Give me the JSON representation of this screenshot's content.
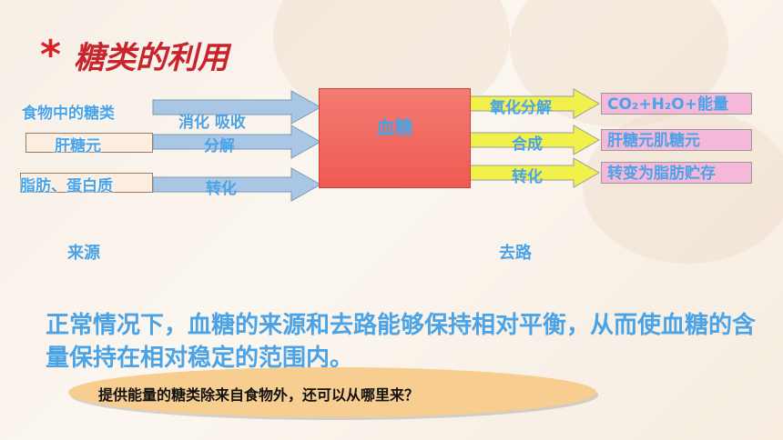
{
  "title": "糖类的利用",
  "center": "血糖",
  "sources": [
    "食物中的糖类",
    "肝糖元",
    "脂肪、蛋白质"
  ],
  "source_processes": [
    "消化  吸收",
    "分解",
    "转化"
  ],
  "outputs": [
    {
      "process": "氧化分解",
      "result": "CO₂+H₂O+能量"
    },
    {
      "process": "合成",
      "result": "肝糖元肌糖元"
    },
    {
      "process": "转化",
      "result": "转变为脂肪贮存"
    }
  ],
  "labels": {
    "source": "来源",
    "destination": "去路"
  },
  "statement": "正常情况下，血糖的来源和去路能够保持相对平衡，从而使血糖的含量保持在相对稳定的范围内。",
  "question": "提供能量的糖类除来自食物外，还可以从哪里来？",
  "colors": {
    "title": "#c8242b",
    "text": "#4aa3e6",
    "box": "#ef5a52",
    "arrow_in": "#a9c6e4",
    "arrow_out": "#f2f04a"
  }
}
